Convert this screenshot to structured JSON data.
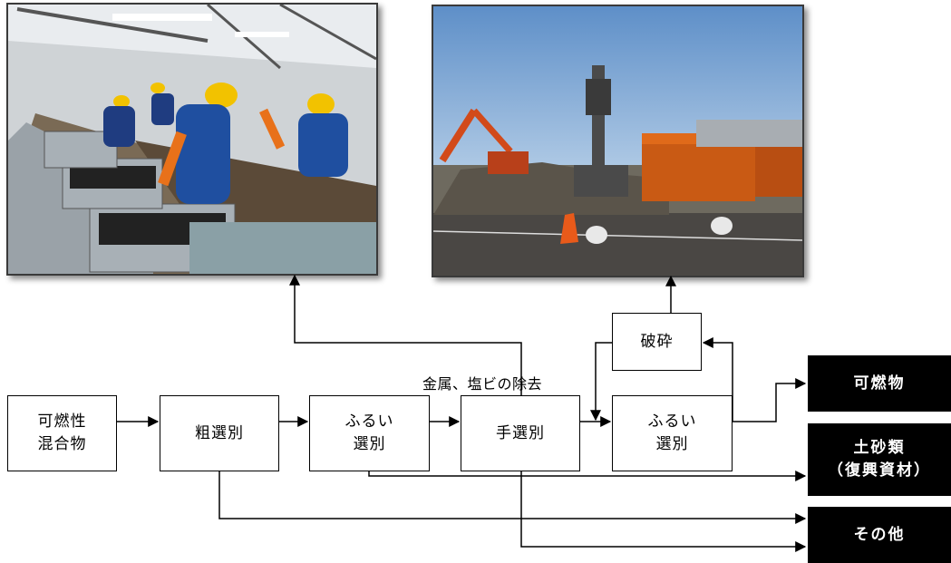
{
  "photos": {
    "sorting": {
      "subject": "manual sorting conveyor line with workers in blue uniforms and yellow hard hats"
    },
    "crusher": {
      "subject": "excavators and orange crushing machine at outdoor site"
    }
  },
  "nodes": {
    "mixed": "可燃性\n混合物",
    "coarse": "粗選別",
    "sieve1": "ふるい\n選別",
    "hand": "手選別",
    "sieve2": "ふるい\n選別",
    "crush": "破砕"
  },
  "outputs": {
    "combustible": "可燃物",
    "soil": "土砂類\n（復興資材）",
    "other": "その他"
  },
  "labels": {
    "removal": "金属、塩ビの除去"
  },
  "colors": {
    "line": "#000000",
    "output_bg": "#000000",
    "output_text": "#ffffff"
  }
}
